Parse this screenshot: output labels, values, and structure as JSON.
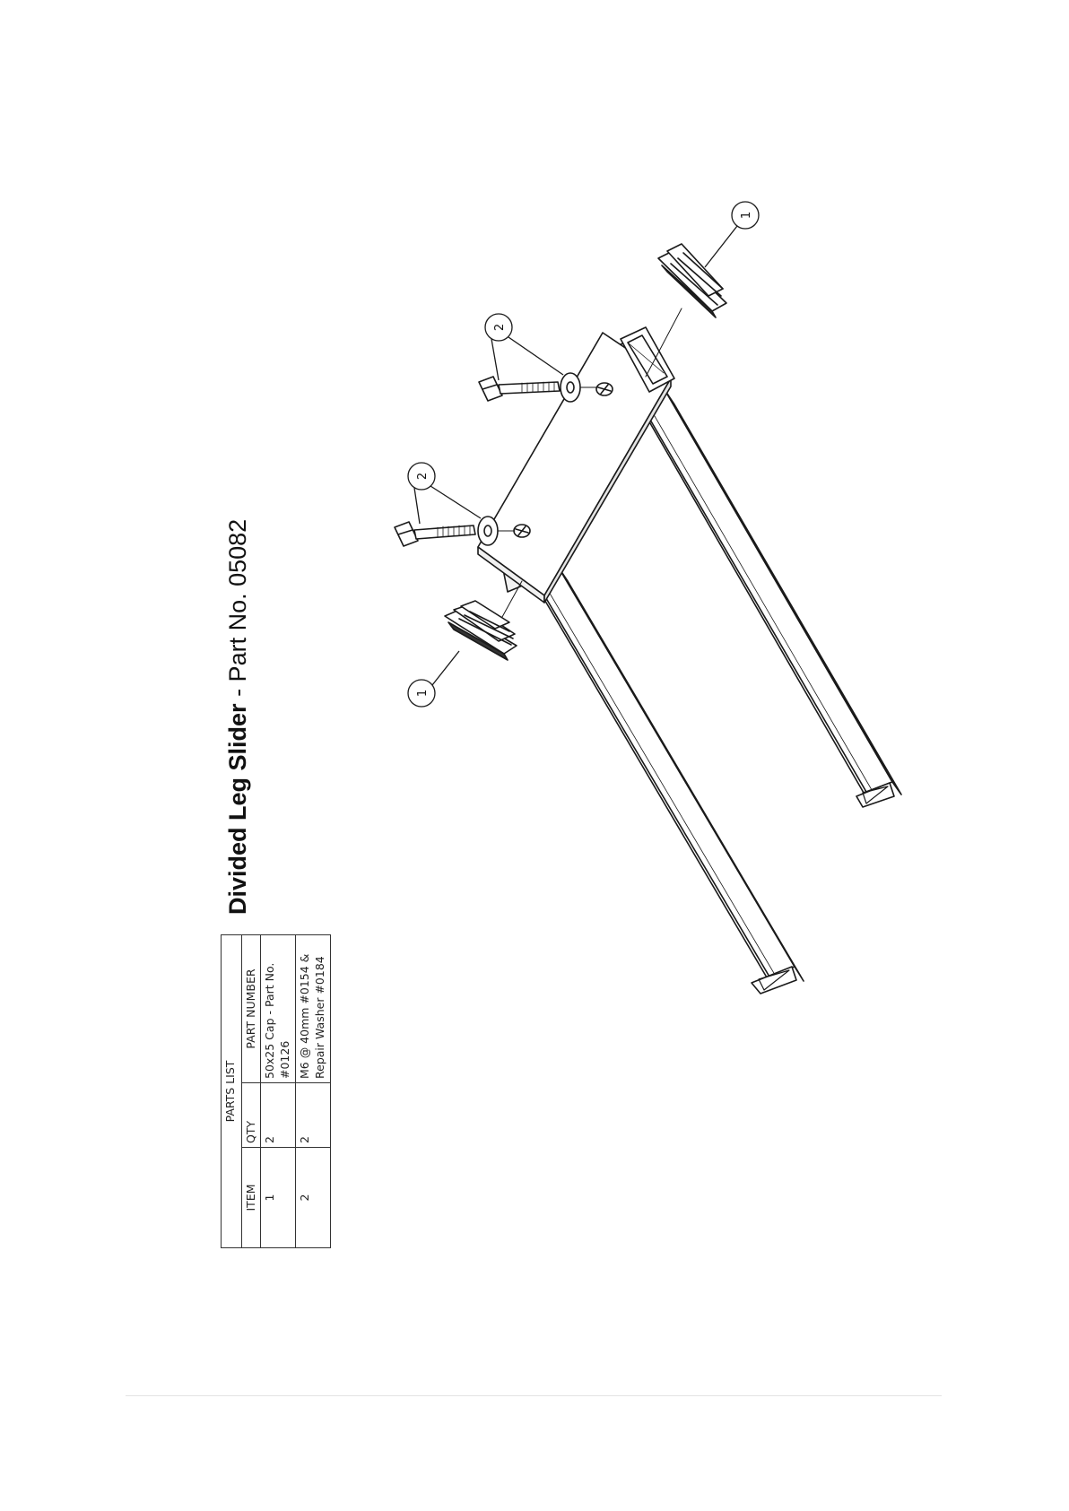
{
  "title": {
    "name": "Divided Leg Slider",
    "separator": " - ",
    "part_no": "Part No. 05082"
  },
  "parts_list": {
    "caption": "PARTS LIST",
    "headers": {
      "item": "ITEM",
      "qty": "QTY",
      "part_number": "PART NUMBER"
    },
    "rows": [
      {
        "item": "1",
        "qty": "2",
        "part_number": "50x25 Cap - Part No. #0126"
      },
      {
        "item": "2",
        "qty": "2",
        "part_number": "M6 @ 40mm #0154 & Repair Washer #0184"
      }
    ]
  },
  "callouts": [
    {
      "label": "1"
    },
    {
      "label": "2"
    },
    {
      "label": "2"
    },
    {
      "label": "1"
    }
  ]
}
